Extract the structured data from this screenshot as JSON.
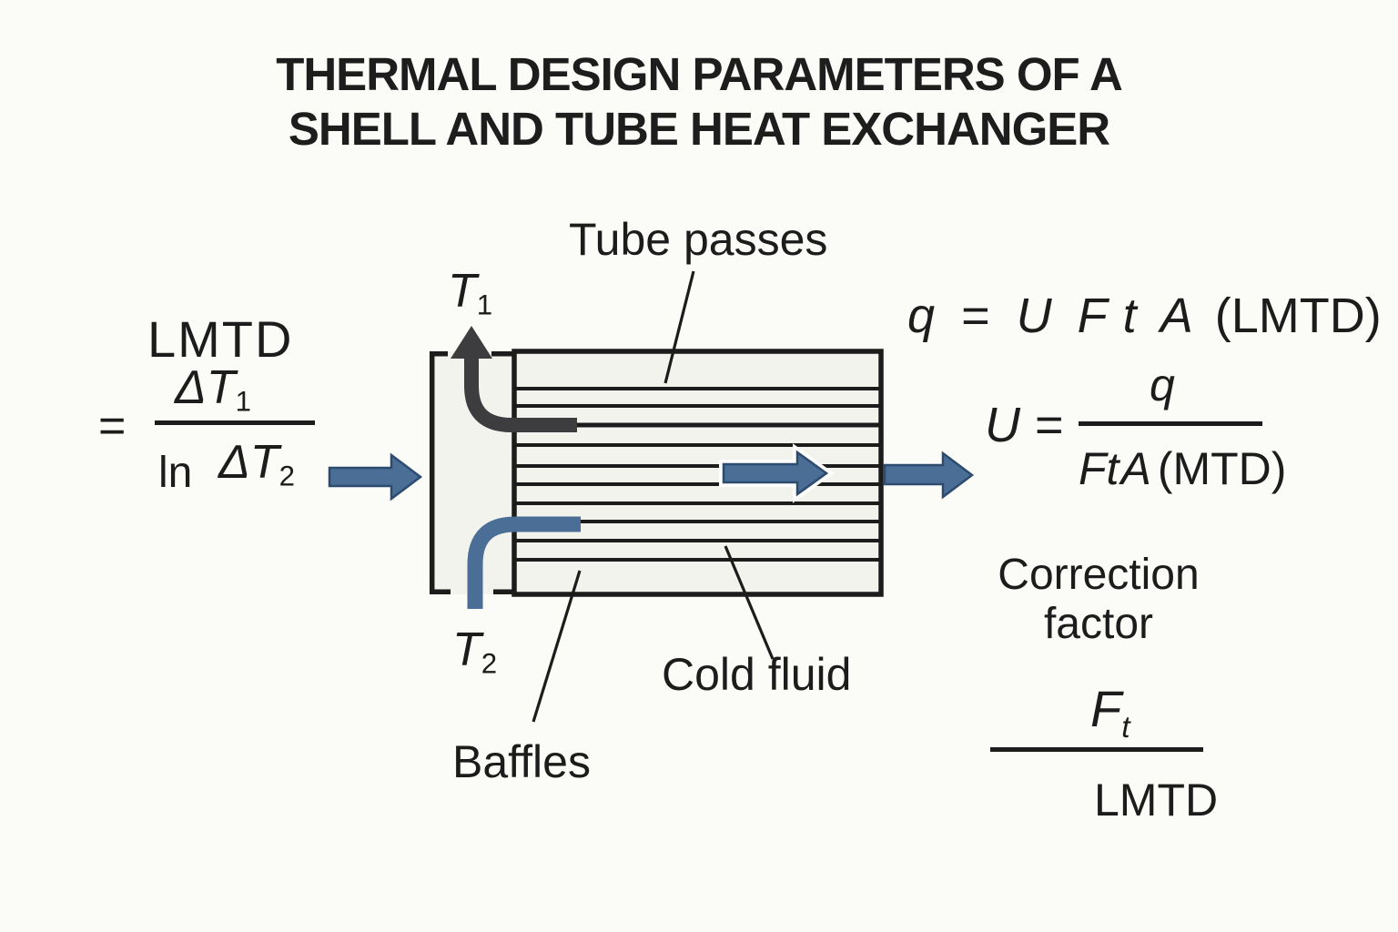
{
  "title": {
    "line1": "THERMAL DESIGN PARAMETERS OF A",
    "line2": "SHELL AND TUBE HEAT EXCHANGER"
  },
  "lmtd_formula": {
    "label": "LMTD",
    "equals": "=",
    "numerator_base": "ΔT",
    "numerator_sub": "1",
    "denominator_prefix": "ln",
    "denominator_base": "ΔT",
    "denominator_sub": "2"
  },
  "exchanger": {
    "t1_base": "T",
    "t1_sub": "1",
    "t2_base": "T",
    "t2_sub": "2",
    "tube_passes_label": "Tube passes",
    "cold_fluid_label": "Cold fluid",
    "baffles_label": "Baffles"
  },
  "heat_equation": {
    "q": "q",
    "equals": "=",
    "u": "U",
    "f": "F",
    "t": "t",
    "a": "A",
    "lmtd_paren": "(LMTD)"
  },
  "u_equation": {
    "u": "U",
    "equals": "=",
    "numerator_q": "q",
    "f": "F",
    "t": "t",
    "a": "A",
    "mtd_paren": "(MTD)"
  },
  "correction": {
    "line1": "Correction",
    "line2": "factor",
    "f": "F",
    "t_sub": "t",
    "denominator": "LMTD"
  },
  "colors": {
    "bg": "#fbfbf8",
    "ink": "#1c1c1c",
    "shell": "#f3f3ee",
    "blue": "#4a6e96",
    "blue_dark": "#2d4b6e",
    "gray": "#3d3d3f"
  }
}
